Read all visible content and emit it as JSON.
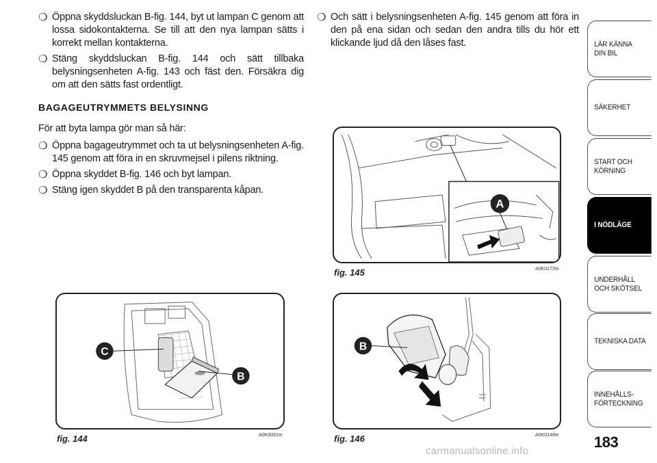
{
  "left_column": {
    "bullets_top": [
      "Öppna skyddsluckan B-fig. 144, byt ut lampan C genom att lossa sidokontakterna. Se till att den nya lampan sätts i korrekt mellan kontakterna.",
      "Stäng skyddsluckan B-fig. 144 och sätt tillbaka belysningsenheten A-fig. 143 och fäst den. Försäkra dig om att den sätts fast ordentligt."
    ],
    "heading": "BAGAGEUTRYMMETS BELYSINNG",
    "intro": "För att byta lampa gör man så här:",
    "bullets_bottom": [
      "Öppna bagageutrymmet och ta ut belysningsenheten A-fig. 145 genom att föra in en skruvmejsel i pilens riktning.",
      "Öppna skyddet B-fig. 146 och byt lampan.",
      "Stäng igen skyddet B på den transparenta kåpan."
    ]
  },
  "right_column": {
    "bullets": [
      "Och sätt i belysningsenheten A-fig. 145 genom att föra in den på ena sidan och sedan den andra tills du hör ett klickande ljud då den låses fast."
    ]
  },
  "bullet_mark": "❍",
  "figures": {
    "fig145": {
      "caption": "fig. 145",
      "code": "A0K0173m",
      "label_a": "A"
    },
    "fig144": {
      "caption": "fig. 144",
      "code": "A0K0091m",
      "label_c": "C",
      "label_b": "B"
    },
    "fig146": {
      "caption": "fig. 146",
      "code": "A0K0148m",
      "label_b": "B"
    }
  },
  "sidebar": {
    "tabs": [
      {
        "label": "LÄR KÄNNA\nDIN BIL",
        "active": false
      },
      {
        "label": "SÄKERHET",
        "active": false
      },
      {
        "label": "START OCH\nKÖRNING",
        "active": false
      },
      {
        "label": "I NÖDLÄGE",
        "active": true
      },
      {
        "label": "UNDERHÅLL\nOCH SKÖTSEL",
        "active": false
      },
      {
        "label": "TEKNISKA DATA",
        "active": false
      },
      {
        "label": "INNEHÅLLS-\nFÖRTECKNING",
        "active": false
      }
    ]
  },
  "page_number": "183",
  "watermark": "carmanualsonline.info",
  "colors": {
    "active_tab_bg": "#000000",
    "label_circle": "#222222"
  }
}
